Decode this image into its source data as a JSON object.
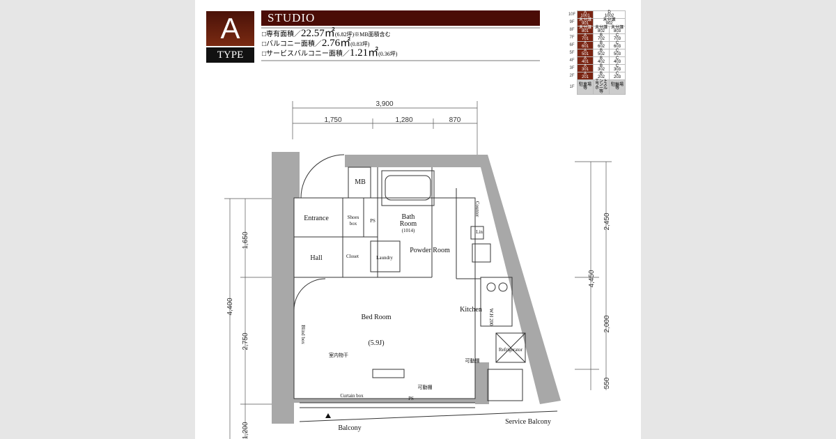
{
  "type": {
    "letter": "A",
    "label": "TYPE",
    "name": "STUDIO"
  },
  "areas": [
    {
      "label": "□専有面積／",
      "value": "22.57㎡",
      "tsubo": "(6.82坪)",
      "note": "※MB面積含む"
    },
    {
      "label": "□バルコニー面積／",
      "value": "2.76㎡",
      "tsubo": "(0.83坪)",
      "note": ""
    },
    {
      "label": "□サービスバルコニー面積／",
      "value": "1.21㎡",
      "tsubo": "(0.36坪)",
      "note": ""
    }
  ],
  "floors": [
    {
      "f": "10F",
      "cells": [
        {
          "t": "A\n1001",
          "a": true
        },
        {
          "t": "D\n1002",
          "span": 2
        }
      ]
    },
    {
      "f": "9F",
      "cells": [
        {
          "t": "未分譲\n901",
          "a": true
        },
        {
          "t": "未分譲\n902",
          "span": 2
        }
      ]
    },
    {
      "f": "8F",
      "cells": [
        {
          "t": "未分譲\n801",
          "a": true
        },
        {
          "t": "未分譲\n802"
        },
        {
          "t": "未分譲\n803"
        }
      ]
    },
    {
      "f": "7F",
      "cells": [
        {
          "t": "A\n701",
          "a": true
        },
        {
          "t": "B\n702"
        },
        {
          "t": "C\n703"
        }
      ]
    },
    {
      "f": "6F",
      "cells": [
        {
          "t": "A\n601",
          "a": true
        },
        {
          "t": "B\n602"
        },
        {
          "t": "C\n603"
        }
      ]
    },
    {
      "f": "5F",
      "cells": [
        {
          "t": "A\n501",
          "a": true
        },
        {
          "t": "B\n502"
        },
        {
          "t": "C\n503"
        }
      ]
    },
    {
      "f": "4F",
      "cells": [
        {
          "t": "A\n401",
          "a": true
        },
        {
          "t": "B\n402"
        },
        {
          "t": "C\n403"
        }
      ]
    },
    {
      "f": "3F",
      "cells": [
        {
          "t": "A\n301",
          "a": true
        },
        {
          "t": "B\n302"
        },
        {
          "t": "C\n303"
        }
      ]
    },
    {
      "f": "2F",
      "cells": [
        {
          "t": "A\n201",
          "a": true
        },
        {
          "t": "B\n202"
        },
        {
          "t": "C\n203"
        }
      ]
    },
    {
      "f": "1F",
      "cells": [
        {
          "t": "駐車場等",
          "g": true
        },
        {
          "t": "エントランス\nホール等",
          "g": true
        },
        {
          "t": "駐輪場等",
          "g": true
        }
      ]
    }
  ],
  "dims": {
    "top_total": "3,900",
    "top": [
      "1,750",
      "1,280",
      "870"
    ],
    "left_total": "4,400",
    "left": [
      "1,650",
      "2,750",
      "1,200"
    ],
    "right_total": "4,450",
    "right": [
      "2,450",
      "2,000",
      "550"
    ]
  },
  "rooms": {
    "mb": "MB",
    "entrance": "Entrance",
    "shoes": "Shoes",
    "shoes2": "box",
    "ps": "PS",
    "bath": "Bath",
    "bath2": "Room",
    "bath3": "(1014)",
    "counter": "Counter",
    "lin": "Lin",
    "hall": "Hall",
    "closet": "Closet",
    "laundry": "Laundry",
    "powder": "Powder Room",
    "kitchen": "Kitchen",
    "bed": "Bed Room",
    "bed_size": "(5.9J)",
    "blind": "Blind box",
    "indoor": "室内物干",
    "refrig": "Refrigerator",
    "kadou": "可動棚",
    "kadou2": "可動棚",
    "curtain": "Curtain box",
    "ps2": "PS",
    "balcony": "Balcony",
    "service": "Service Balcony",
    "wh": "W.H 200"
  }
}
